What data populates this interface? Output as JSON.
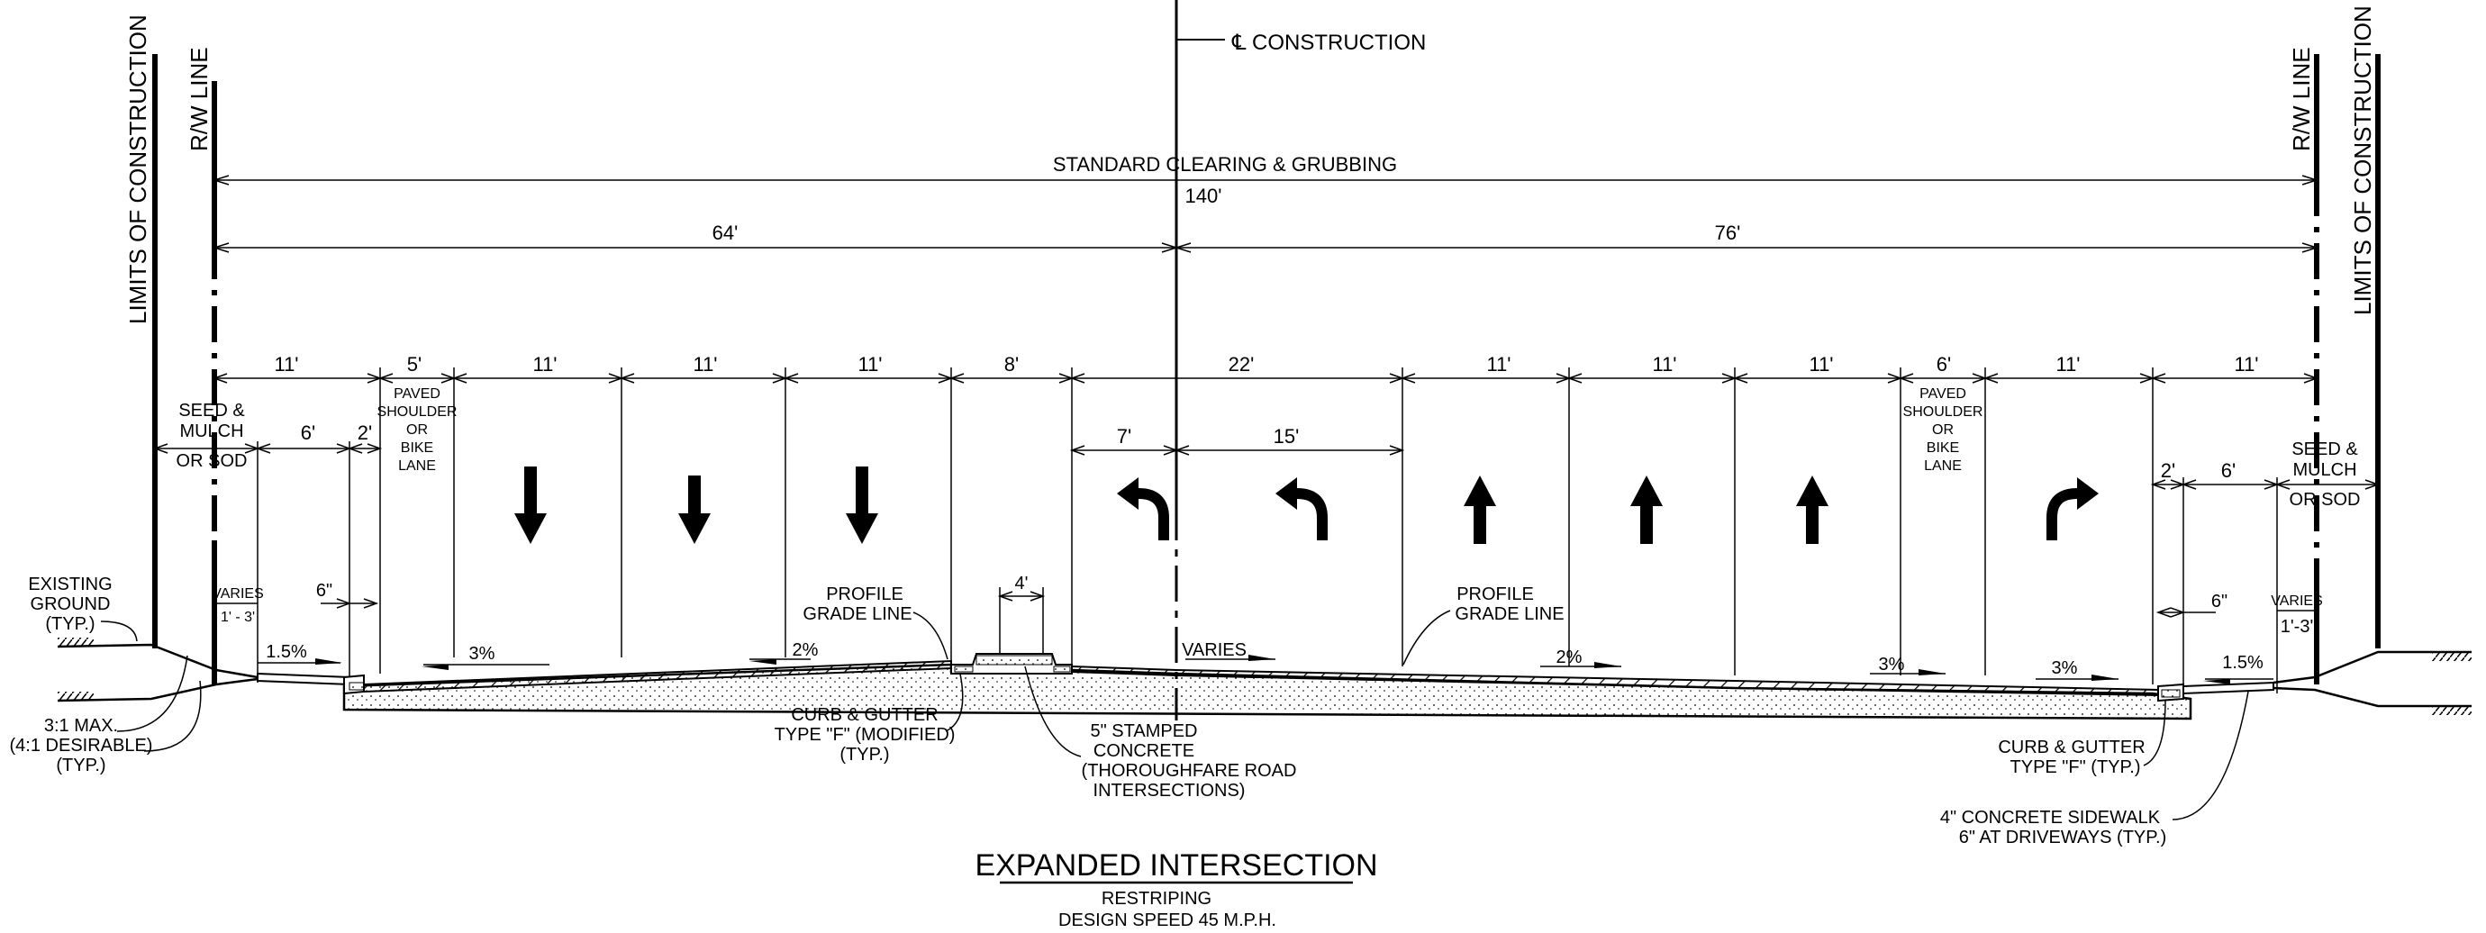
{
  "centerline": {
    "symbol": "℄",
    "label": "CONSTRUCTION"
  },
  "labels": {
    "rw_line_left": "R/W LINE",
    "rw_line_right": "R/W LINE",
    "limits_left": "LIMITS OF CONSTRUCTION",
    "limits_right": "LIMITS OF CONSTRUCTION",
    "clearing": "STANDARD CLEARING & GRUBBING",
    "seed_left": [
      "SEED &",
      "MULCH",
      "OR SOD"
    ],
    "seed_right": [
      "SEED &",
      "MULCH",
      "OR SOD"
    ],
    "shoulder_left": [
      "PAVED",
      "SHOULDER",
      "OR",
      "BIKE",
      "LANE"
    ],
    "shoulder_right": [
      "PAVED",
      "SHOULDER",
      "OR",
      "BIKE",
      "LANE"
    ],
    "existing_ground": [
      "EXISTING",
      "GROUND",
      "(TYP.)"
    ],
    "slope_note": [
      "3:1 MAX.",
      "(4:1 DESIRABLE)",
      "(TYP.)"
    ],
    "profile_left": [
      "PROFILE",
      "GRADE LINE"
    ],
    "profile_right": [
      "PROFILE",
      "GRADE LINE"
    ],
    "curb_left": [
      "CURB & GUTTER",
      "TYPE \"F\" (MODIFIED)",
      "(TYP.)"
    ],
    "stamped": [
      "5\" STAMPED",
      "CONCRETE",
      "(THOROUGHFARE ROAD",
      "INTERSECTIONS)"
    ],
    "curb_right": [
      "CURB & GUTTER",
      "TYPE \"F\" (TYP.)"
    ],
    "sidewalk": [
      "4\" CONCRETE SIDEWALK",
      "6\" AT DRIVEWAYS (TYP.)"
    ],
    "varies_left": [
      "VARIES",
      "1' - 3'"
    ],
    "varies_right": [
      "VARIES",
      "1'-3'"
    ],
    "varies_center": "VARIES"
  },
  "dimensions": {
    "total": "140'",
    "left_half": "64'",
    "right_half": "76'",
    "lanes": [
      "11'",
      "5'",
      "11'",
      "11'",
      "11'",
      "8'",
      "22'",
      "11'",
      "11'",
      "11'",
      "6'",
      "11'",
      "11'"
    ],
    "sub_left": [
      "6'",
      "2'"
    ],
    "sub_right": [
      "2'",
      "6'"
    ],
    "turn_left": [
      "7'",
      "15'"
    ],
    "median": "4'",
    "curb_left": "6\"",
    "curb_right": "6\""
  },
  "slopes": {
    "left_outer": "1.5%",
    "left_lanes": "3%",
    "left_inner": "2%",
    "right_lanes": "2%",
    "right_outer1": "3%",
    "right_outer2": "3%",
    "right_walk": "1.5%"
  },
  "arrows": [
    "down",
    "down",
    "down",
    "left-turn",
    "left-turn",
    "up",
    "up",
    "up",
    "right-turn"
  ],
  "title": {
    "main": "EXPANDED INTERSECTION",
    "sub1": "RESTRIPING",
    "sub2": "DESIGN SPEED 45 M.P.H."
  }
}
